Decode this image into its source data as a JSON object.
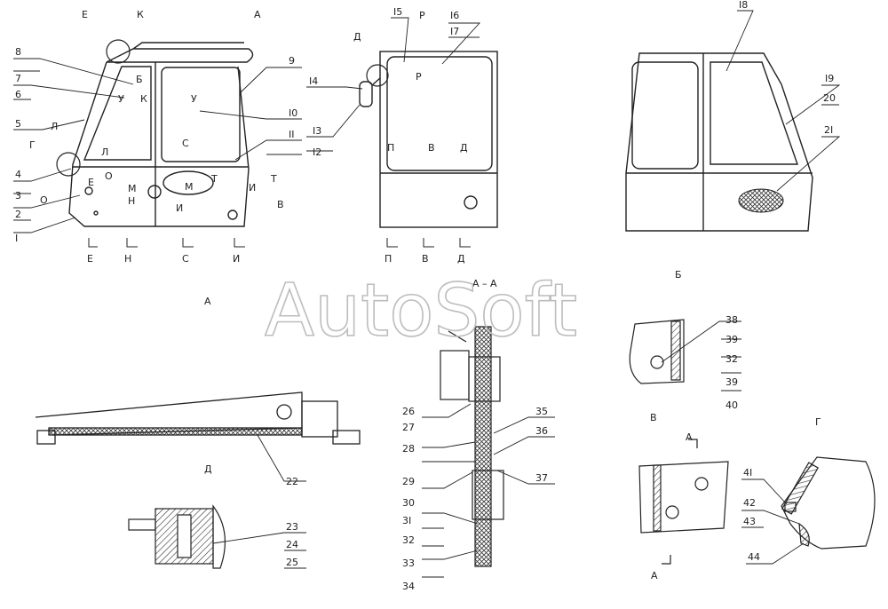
{
  "watermark": "AutoSoft",
  "views": {
    "main_front_title": "А",
    "d_title": "Д",
    "section_aa_title": "А – А",
    "b_title": "Б",
    "v_title": "В",
    "g_title": "Г"
  },
  "section_marks": {
    "left_bottom": [
      "Е",
      "Н",
      "С",
      "И"
    ],
    "middle_bottom": [
      "П",
      "В",
      "Д"
    ]
  },
  "callouts": {
    "left_side": [
      "8",
      "7",
      "6",
      "5",
      "4",
      "3",
      "2",
      "I"
    ],
    "left_right_side": [
      "9",
      "I0",
      "II"
    ],
    "middle_left": [
      "I4",
      "I3",
      "I2"
    ],
    "middle_top": [
      "I5",
      "I6",
      "I7"
    ],
    "right_top": [
      "I8",
      "I9",
      "20",
      "2I"
    ],
    "d_view": [
      "22",
      "23",
      "24",
      "25"
    ],
    "section": [
      "26",
      "27",
      "28",
      "29",
      "30",
      "3I",
      "32",
      "33",
      "34",
      "35",
      "36",
      "37"
    ],
    "b_view": [
      "38",
      "39",
      "32",
      "39",
      "40"
    ],
    "g_view": [
      "4I",
      "42",
      "43",
      "44"
    ]
  },
  "inline_letters": {
    "top_e": "Е",
    "top_k": "К",
    "top_a": "А",
    "b_mark": "Б",
    "u1": "У",
    "k2": "К",
    "u2": "У",
    "l1": "Л",
    "g": "Г",
    "l2": "Л",
    "o1": "О",
    "e2": "Е",
    "o2": "О",
    "m1": "М",
    "n1": "Н",
    "m2": "М",
    "s1": "С",
    "t1": "Т",
    "i1": "И",
    "t2": "Т",
    "i2": "И",
    "v1": "В",
    "d_top": "Д",
    "p1": "Р",
    "p2": "Р",
    "p_in": "П",
    "v_in": "В",
    "d_in": "Д",
    "a_sec_top": "А",
    "a_sec_bot": "А"
  }
}
